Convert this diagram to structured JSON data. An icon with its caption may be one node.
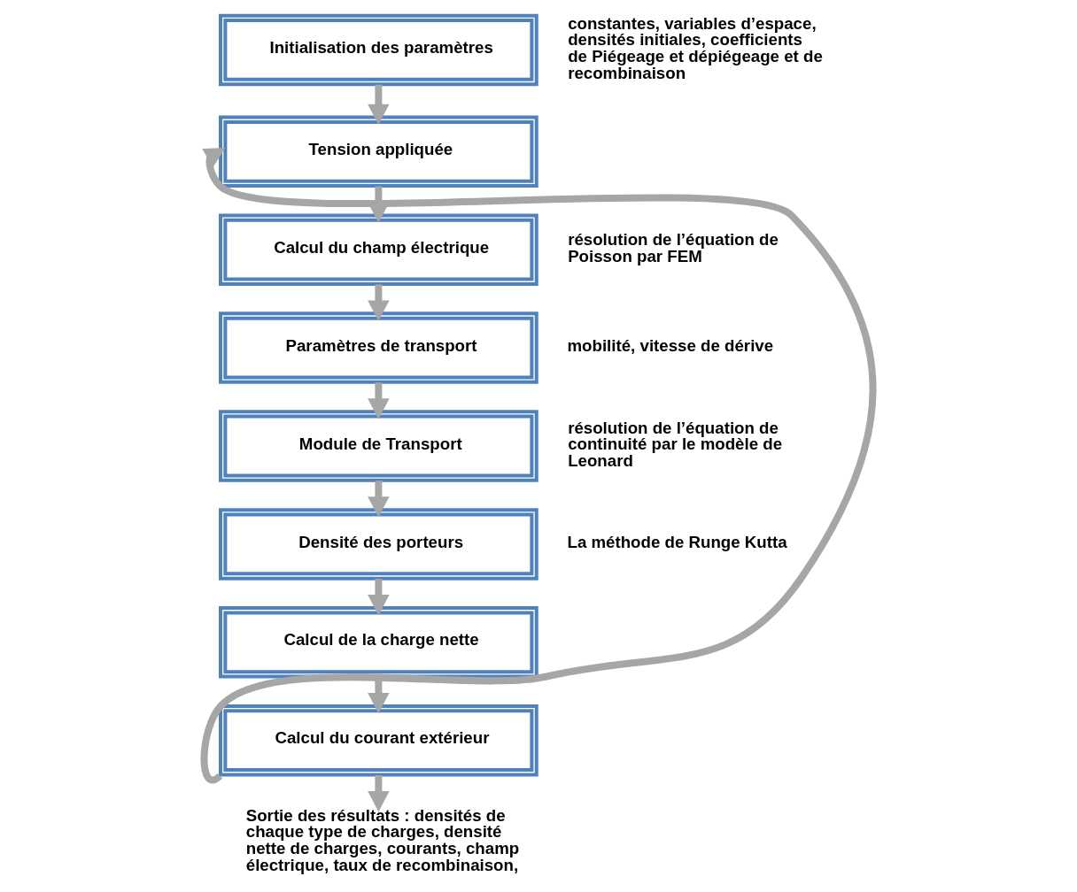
{
  "diagram": {
    "nodes": [
      {
        "text": [
          "Initialisation des paramètres"
        ],
        "beside": [
          "constantes, variables d’espace, densités initiales, coefficients de Piégeage et dépiégeage et de recombinaison"
        ]
      },
      {
        "text": [
          "Tension appliquée"
        ]
      },
      {
        "text": [
          "Calcul du champ électrique"
        ],
        "beside": [
          "résolution de l’équation de Poisson par FEM"
        ]
      },
      {
        "text": [
          "Paramètres de transport"
        ],
        "beside": [
          "mobilité, vitesse de dérive"
        ]
      },
      {
        "text": [
          "Module de Transport"
        ],
        "beside": [
          "résolution de l’équation de continuité par le modèle de Leonard"
        ]
      },
      {
        "text": [
          "Densité des porteurs"
        ],
        "beside": [
          "La méthode de Runge Kutta"
        ]
      },
      {
        "text": [
          "Calcul de la charge nette"
        ]
      },
      {
        "text": [
          "Calcul du courant extérieur"
        ]
      },
      {
        "text": [
          "Sortie des résultats : densités de chaque type de charges, densité nette de charges, courants, champ électrique, taux de recombinaison,"
        ]
      }
    ],
    "edges": [
      {
        "from": 0,
        "to": 1,
        "arrow": "to"
      },
      {
        "from": 1,
        "to": 2,
        "arrow": "to"
      },
      {
        "from": 2,
        "to": 3,
        "arrow": "to"
      },
      {
        "from": 3,
        "to": 4,
        "arrow": "to"
      },
      {
        "from": 4,
        "to": 5,
        "arrow": "to"
      },
      {
        "from": 5,
        "to": 6,
        "arrow": "to"
      },
      {
        "from": 6,
        "to": 7,
        "arrow": "to"
      },
      {
        "from": 7,
        "to": 8,
        "arrow": "to"
      },
      {
        "from": 7,
        "to": 1,
        "arrow": "to"
      }
    ]
  }
}
